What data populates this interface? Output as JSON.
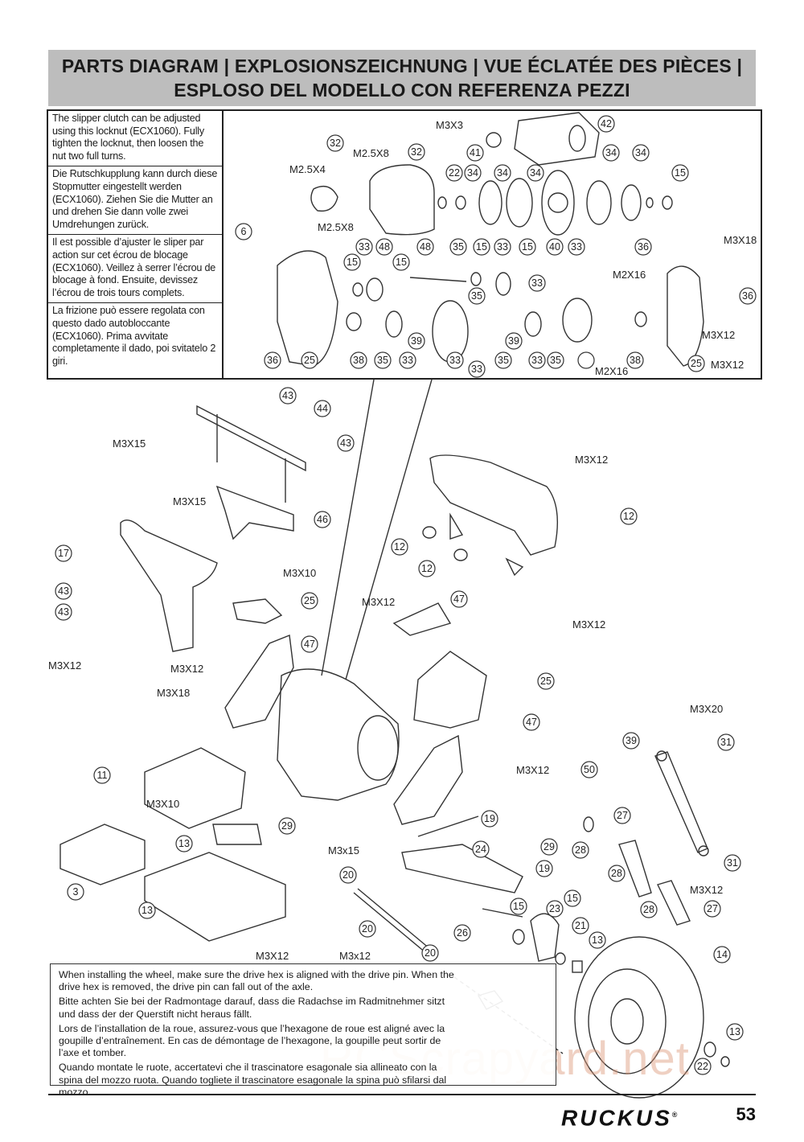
{
  "header": {
    "title_line1": "PARTS DIAGRAM | EXPLOSIONSZEICHNUNG | VUE ÉCLATÉE DES PIÈCES |",
    "title_line2": "ESPLOSO DEL MODELLO CON REFERENZA PEZZI"
  },
  "note_top": {
    "en": "The slipper clutch can be adjusted using this locknut (ECX1060). Fully tighten the locknut, then loosen the nut two full turns.",
    "de": "Die Rutschkupplung kann durch diese Stopmutter eingestellt werden (ECX1060). Ziehen Sie die Mutter an und drehen Sie dann volle zwei Umdrehungen zurück.",
    "fr": "Il est possible d’ajuster le sliper par action sur cet écrou de blocage (ECX1060). Veillez à serrer l’écrou de blocage à fond. Ensuite, devissez l’écrou de trois tours complets.",
    "it": "La frizione può essere regolata con questo dado autobloccante (ECX1060). Prima avvitate completamente il dado, poi svitatelo 2 giri."
  },
  "note_bottom": {
    "en": "When installing the wheel, make sure the drive hex is aligned with the drive pin. When the drive hex is removed, the drive pin can fall out of the axle.",
    "de": "Bitte achten Sie bei der Radmontage darauf, dass die Radachse im Radmitnehmer sitzt und dass der der Querstift nicht heraus fällt.",
    "fr": "Lors de l’installation de la roue, assurez-vous que l’hexagone de roue est aligné avec la goupille d’entraînement. En cas de démontage de l’hexagone, la goupille peut sortir de l’axe et tomber.",
    "it": "Quando montate le ruote, accertatevi che il trascinatore esagonale sia allineato con la spina del mozzo ruota. Quando togliete il trascinatore esagonale la spina può sfilarsi dal mozzo."
  },
  "screw_labels": [
    "M3X3",
    "M2.5X8",
    "M2.5X4",
    "M2.5X8",
    "M3X18",
    "M2X16",
    "M2X16",
    "M3X12",
    "M3X12",
    "M3X15",
    "M3X15",
    "M3X10",
    "M3X12",
    "M3X18",
    "M3X10",
    "M3X12",
    "M3X12",
    "M3X12",
    "M3X12",
    "M3X20",
    "M3X12",
    "M3x15",
    "M3x12",
    "M3X12"
  ],
  "callouts": [
    "42",
    "41",
    "32",
    "32",
    "22",
    "34",
    "34",
    "34",
    "34",
    "34",
    "15",
    "6",
    "33",
    "48",
    "48",
    "35",
    "15",
    "33",
    "15",
    "40",
    "33",
    "36",
    "15",
    "15",
    "33",
    "35",
    "36",
    "36",
    "25",
    "38",
    "35",
    "39",
    "33",
    "33",
    "35",
    "39",
    "33",
    "35",
    "33",
    "38",
    "25",
    "43",
    "44",
    "43",
    "46",
    "17",
    "43",
    "43",
    "25",
    "47",
    "11",
    "3",
    "13",
    "13",
    "29",
    "12",
    "12",
    "12",
    "47",
    "25",
    "47",
    "19",
    "24",
    "29",
    "19",
    "20",
    "20",
    "20",
    "26",
    "15",
    "23",
    "15",
    "21",
    "13",
    "39",
    "31",
    "50",
    "27",
    "28",
    "28",
    "31",
    "28",
    "27",
    "14",
    "13",
    "22"
  ],
  "footer": {
    "brand": "RUCKUS",
    "registered": "®",
    "page": "53",
    "watermark": "RCScrapyard.net"
  }
}
